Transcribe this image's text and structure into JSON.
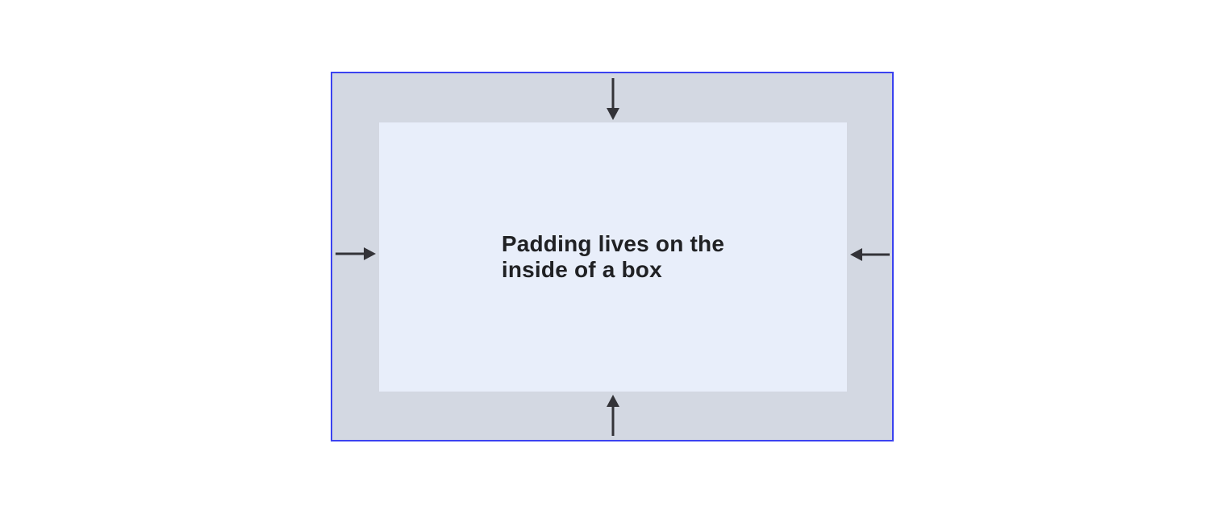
{
  "colors": {
    "box_border": "#3b42f0",
    "padding_area": "#d3d8e2",
    "content_area": "#e8eefa",
    "arrow": "#333338",
    "label_text": "#202124",
    "page_background": "#ffffff"
  },
  "diagram": {
    "label_lines": [
      "Padding lives on the",
      "inside of a box"
    ],
    "arrows": [
      {
        "name": "arrow-down-icon",
        "side": "top",
        "direction": "down"
      },
      {
        "name": "arrow-left-icon",
        "side": "right",
        "direction": "left"
      },
      {
        "name": "arrow-up-icon",
        "side": "bottom",
        "direction": "up"
      },
      {
        "name": "arrow-right-icon",
        "side": "left",
        "direction": "right"
      }
    ]
  }
}
